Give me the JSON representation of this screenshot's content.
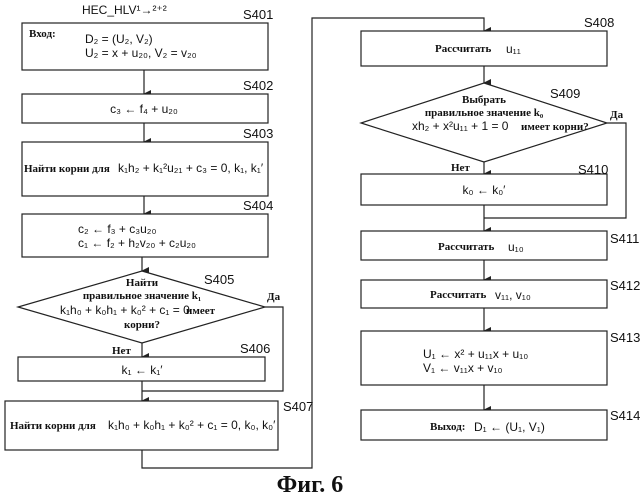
{
  "title": "HEC_HLV¹→²⁺²",
  "figure_caption": "Фиг. 6",
  "yes": "Да",
  "no": "Нет",
  "steps": {
    "s401": {
      "id": "S401",
      "prefix": "Вход:",
      "line1": "D₂ = (U₂, V₂)",
      "line2": "U₂ = x + u₂₀, V₂ = v₂₀"
    },
    "s402": {
      "id": "S402",
      "line1": "c₃ ← f₄ + u₂₀"
    },
    "s403": {
      "id": "S403",
      "prefix": "Найти корни для",
      "line1": "k₁h₂ + k₁²u₂₁ + c₃ = 0, k₁, k₁′"
    },
    "s404": {
      "id": "S404",
      "line1": "c₂ ← f₃ + c₃u₂₀",
      "line2": "c₁ ← f₂ + h₂v₂₀ + c₂u₂₀"
    },
    "s405": {
      "id": "S405",
      "line1": "Найти",
      "line2": "правильное значение k₁",
      "line3": "k₁h₀ + k₀h₁ + k₀² + c₁ = 0",
      "line3b": "имеет",
      "line4": "корни?"
    },
    "s406": {
      "id": "S406",
      "line1": "k₁ ← k₁′"
    },
    "s407": {
      "id": "S407",
      "prefix": "Найти корни для",
      "line1": "k₁h₀ + k₀h₁ + k₀² + c₁ = 0, k₀, k₀′"
    },
    "s408": {
      "id": "S408",
      "prefix": "Рассчитать",
      "line1": "u₁₁"
    },
    "s409": {
      "id": "S409",
      "line1": "Выбрать",
      "line2": "правильное значение k₀",
      "line3": "xh₂ + x²u₁₁ + 1 = 0",
      "line3b": "имеет корни?"
    },
    "s410": {
      "id": "S410",
      "line1": "k₀ ← k₀′"
    },
    "s411": {
      "id": "S411",
      "prefix": "Рассчитать",
      "line1": "u₁₀"
    },
    "s412": {
      "id": "S412",
      "prefix": "Рассчитать",
      "line1": "v₁₁, v₁₀"
    },
    "s413": {
      "id": "S413",
      "line1": "U₁ ← x² + u₁₁x + u₁₀",
      "line2": "V₁ ← v₁₁x + v₁₀"
    },
    "s414": {
      "id": "S414",
      "prefix": "Выход:",
      "line1": "D₁ ← (U₁, V₁)"
    }
  }
}
